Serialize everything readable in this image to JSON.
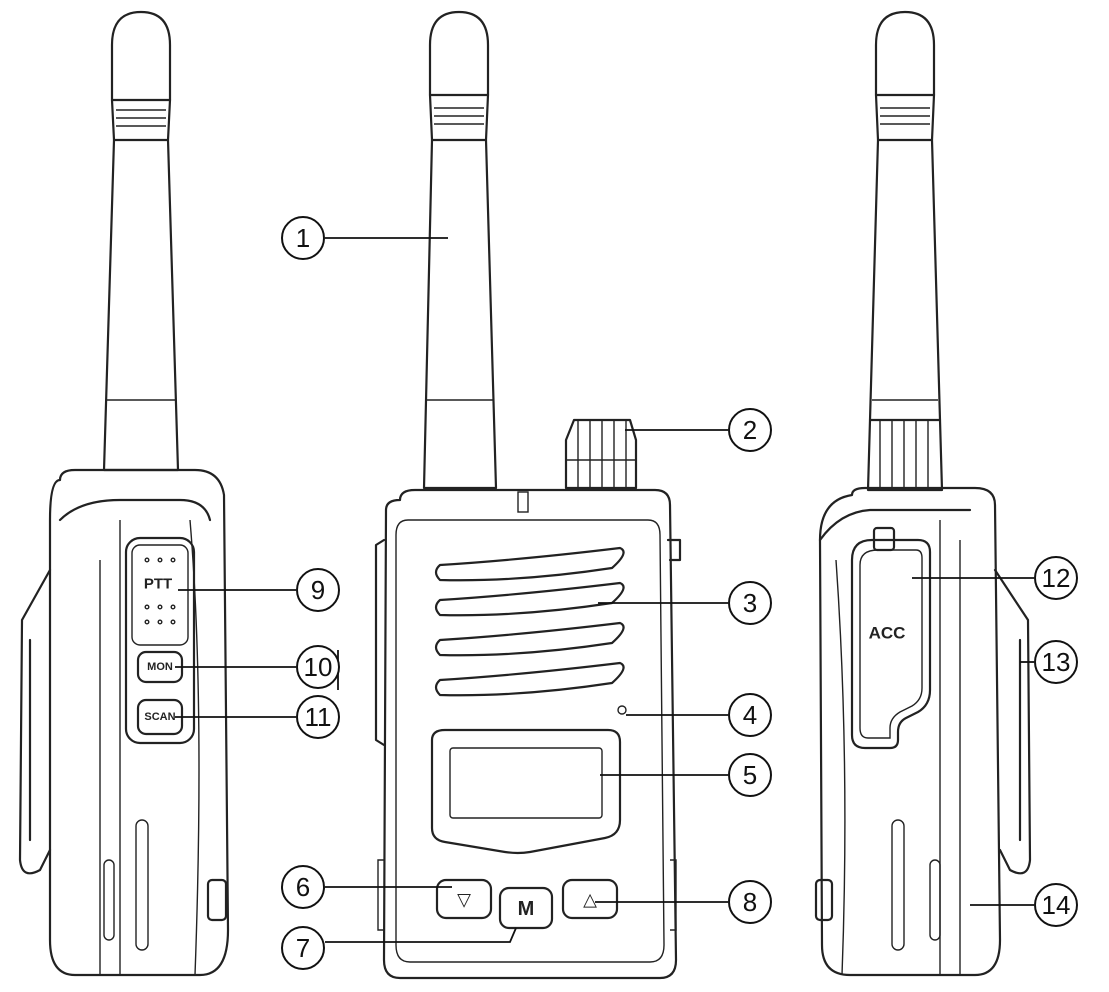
{
  "labels": {
    "ptt": "PTT",
    "mon": "MON",
    "scan": "SCAN",
    "acc": "ACC",
    "m_key": "M",
    "down_key": "▽",
    "up_key": "△"
  },
  "callouts": [
    "1",
    "2",
    "3",
    "4",
    "5",
    "6",
    "7",
    "8",
    "9",
    "10",
    "11",
    "12",
    "13",
    "14"
  ]
}
